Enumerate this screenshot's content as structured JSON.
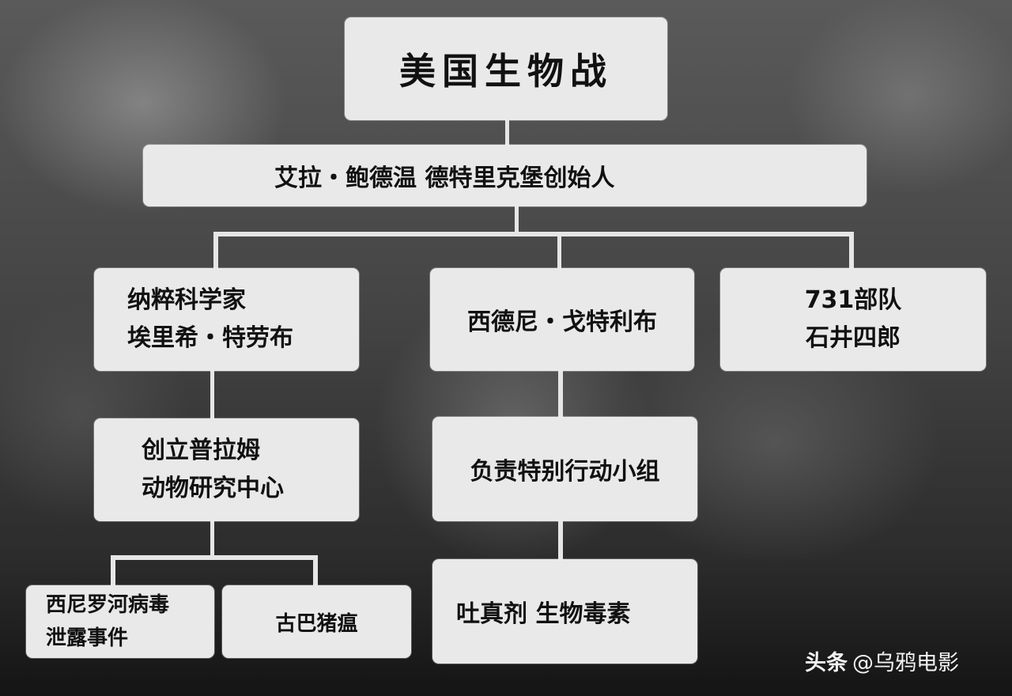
{
  "title": "美国生物战",
  "root": {
    "label": "艾拉・鲍德温 德特里克堡创始人"
  },
  "branches": [
    {
      "lines": [
        "纳粹科学家",
        "埃里希・特劳布"
      ],
      "children": [
        {
          "lines": [
            "创立普拉姆",
            "动物研究中心"
          ],
          "children": [
            {
              "lines": [
                "西尼罗河病毒",
                "泄露事件"
              ]
            },
            {
              "lines": [
                "古巴猪瘟"
              ]
            }
          ]
        }
      ]
    },
    {
      "lines": [
        "西德尼・戈特利布"
      ],
      "children": [
        {
          "lines": [
            "负责特别行动小组"
          ],
          "children": [
            {
              "lines": [
                "吐真剂 生物毒素"
              ]
            }
          ]
        }
      ]
    },
    {
      "lines": [
        "731部队",
        "石井四郎"
      ]
    }
  ],
  "watermark": {
    "brand": "头条",
    "handle": "@乌鸦电影"
  },
  "colors": {
    "box": "#e9e9e9",
    "text": "#111111",
    "connector": "#e6e6e6"
  }
}
